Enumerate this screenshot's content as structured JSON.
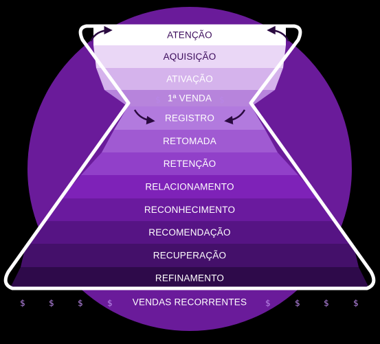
{
  "colors": {
    "background": "#000000",
    "circle": "#6a1b9a",
    "outline": "#ffffff",
    "arrow": "#2a0a40",
    "dollar": "#b886e6"
  },
  "stages": [
    {
      "label": "ATENÇÃO",
      "fill": "#ffffff",
      "text": "#3a0a5a"
    },
    {
      "label": "AQUISIÇÃO",
      "fill": "#ead7f6",
      "text": "#3a0a5a"
    },
    {
      "label": "ATIVAÇÃO",
      "fill": "#d5b3ec",
      "text": "#ffffff"
    },
    {
      "label": "1ª VENDA",
      "fill": "#b784dc",
      "text": "#ffffff"
    },
    {
      "label": "REGISTRO",
      "fill": "#b27ade",
      "text": "#ffffff"
    },
    {
      "label": "RETOMADA",
      "fill": "#a05ad2",
      "text": "#ffffff"
    },
    {
      "label": "RETENÇÃO",
      "fill": "#9140c9",
      "text": "#ffffff"
    },
    {
      "label": "RELACIONAMENTO",
      "fill": "#7e22b8",
      "text": "#ffffff"
    },
    {
      "label": "RECONHECIMENTO",
      "fill": "#6a1a9e",
      "text": "#ffffff"
    },
    {
      "label": "RECOMENDAÇÃO",
      "fill": "#561484",
      "text": "#ffffff"
    },
    {
      "label": "RECUPERAÇÃO",
      "fill": "#44106a",
      "text": "#ffffff"
    },
    {
      "label": "REFINAMENTO",
      "fill": "#2e0a4a",
      "text": "#ffffff"
    }
  ],
  "footer": {
    "label": "VENDAS RECORRENTES"
  },
  "dollar_symbol": "$"
}
